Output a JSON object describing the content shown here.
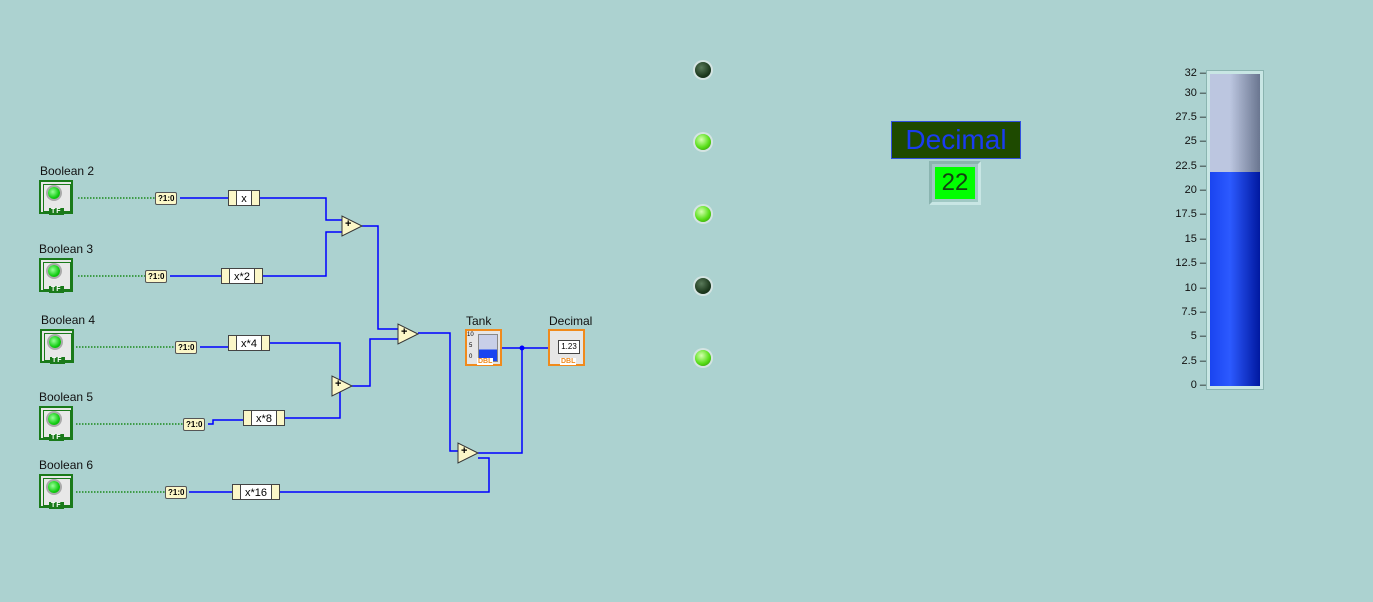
{
  "diagram": {
    "booleans": [
      {
        "label": "Boolean 2",
        "tf": "TF",
        "convert": "?1:0",
        "expr": "x"
      },
      {
        "label": "Boolean 3",
        "tf": "TF",
        "convert": "?1:0",
        "expr": "x*2"
      },
      {
        "label": "Boolean 4",
        "tf": "TF",
        "convert": "?1:0",
        "expr": "x*4"
      },
      {
        "label": "Boolean 5",
        "tf": "TF",
        "convert": "?1:0",
        "expr": "x*8"
      },
      {
        "label": "Boolean 6",
        "tf": "TF",
        "convert": "?1:0",
        "expr": "x*16"
      }
    ],
    "add_symbol": "+",
    "tank_terminal": {
      "label": "Tank",
      "type": "DBL",
      "scale_top": "10",
      "scale_mid": "5",
      "scale_bottom": "0"
    },
    "decimal_terminal": {
      "label": "Decimal",
      "type": "DBL",
      "display": "1.23"
    }
  },
  "front_panel": {
    "leds": [
      {
        "state": "off"
      },
      {
        "state": "on"
      },
      {
        "state": "on"
      },
      {
        "state": "off"
      },
      {
        "state": "on"
      }
    ],
    "decimal_label": "Decimal",
    "decimal_value": "22",
    "tank": {
      "value": 22,
      "min": 0,
      "max": 32,
      "ticks": [
        "0",
        "2.5",
        "5",
        "7.5",
        "10",
        "12.5",
        "15",
        "17.5",
        "20",
        "22.5",
        "25",
        "27.5",
        "30",
        "32"
      ]
    }
  },
  "colors": {
    "background": "#acd2d0",
    "wire": "#0000ff",
    "led_on": "#5ae01a",
    "tank_fill": "#1a44f0"
  }
}
